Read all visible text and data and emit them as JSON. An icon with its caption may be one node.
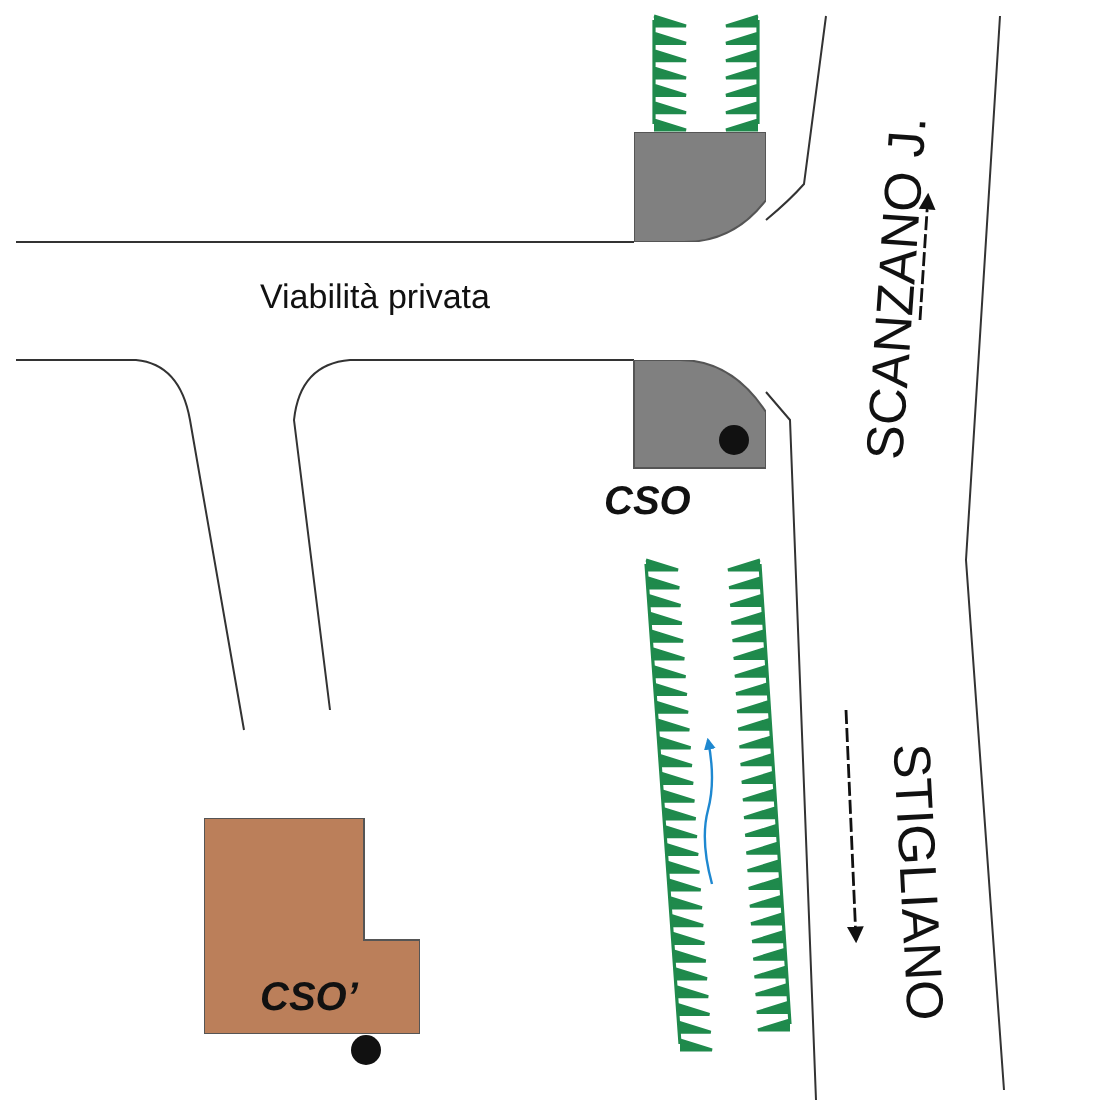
{
  "diagram": {
    "nodes": [
      {
        "text": [],
        "shape": "box"
      },
      {
        "text": [
          "CSO"
        ]
      },
      {
        "text": [
          "CSO’"
        ]
      }
    ],
    "labels": [
      "Viabilità privata",
      "SCANZANO J.",
      "STIGLIANO"
    ]
  }
}
